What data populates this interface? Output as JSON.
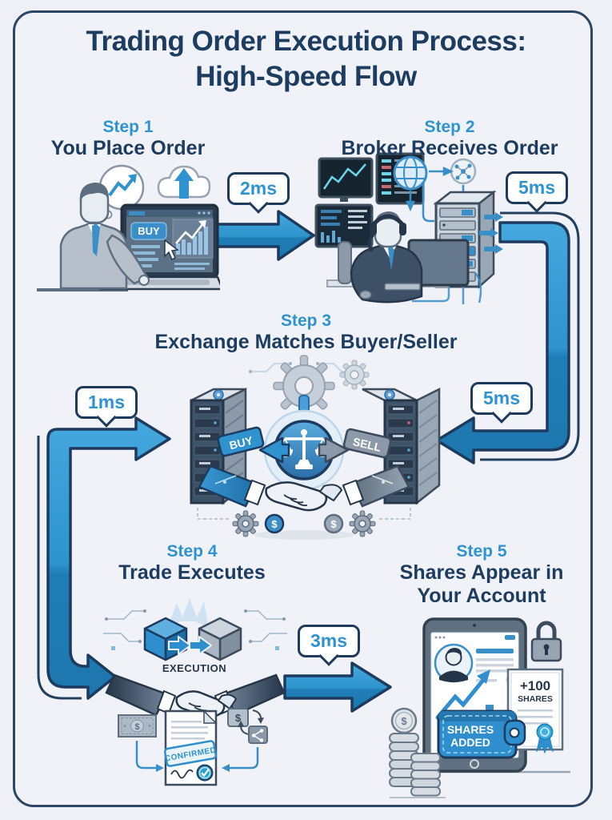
{
  "title": {
    "line1": "Trading Order Execution Process:",
    "line2": "High-Speed Flow"
  },
  "steps": [
    {
      "label": "Step 1",
      "title": "You Place Order"
    },
    {
      "label": "Step 2",
      "title": "Broker Receives Order"
    },
    {
      "label": "Step 3",
      "title": "Exchange Matches Buyer/Seller"
    },
    {
      "label": "Step 4",
      "title": "Trade Executes"
    },
    {
      "label": "Step 5",
      "title_line1": "Shares Appear in",
      "title_line2": "Your Account"
    }
  ],
  "timings": {
    "step1_to_step2": "2ms",
    "step2_to_exchange": "5ms",
    "exchange_entry": "5ms",
    "exchange_to_trade": "1ms",
    "trade_to_account": "3ms"
  },
  "labels": {
    "laptop_buy_button": "BUY",
    "exchange_buy_tag": "BUY",
    "exchange_sell_tag": "SELL",
    "execution": "EXECUTION",
    "confirmed_stamp": "CONFIRMED",
    "wallet_line1": "SHARES",
    "wallet_line2": "ADDED",
    "certificate_line1": "+100",
    "certificate_line2": "SHARES",
    "dollar_sign": "$"
  },
  "colors": {
    "accent_blue": "#2e93cf",
    "navy": "#1c3c60",
    "frame_bg": "#f1f2f7",
    "arrow_blue": "#2e96d2"
  }
}
